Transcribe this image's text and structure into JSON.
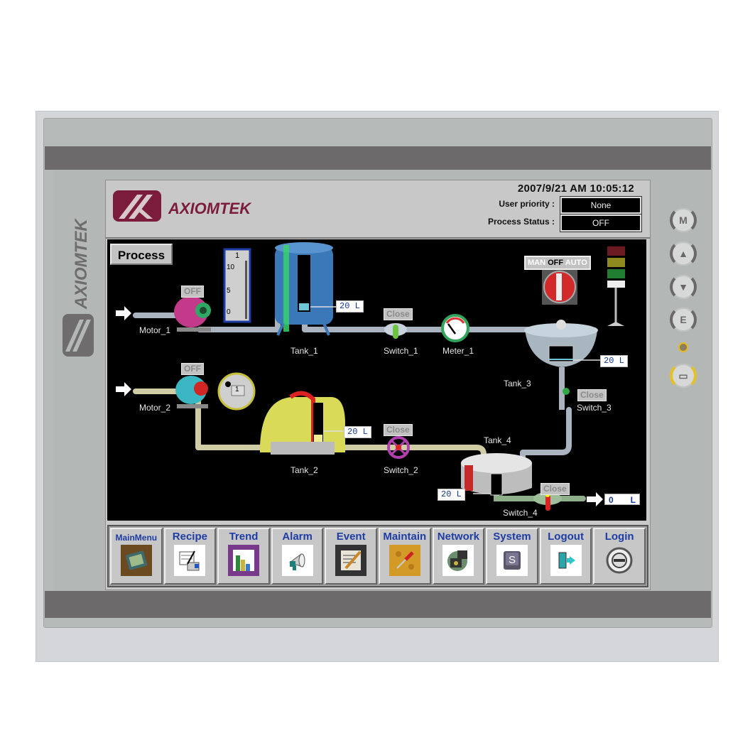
{
  "device": {
    "brand": "AXIOMTEK",
    "side_keys": [
      {
        "name": "menu-key",
        "glyph": "M"
      },
      {
        "name": "up-key",
        "glyph": "▲"
      },
      {
        "name": "down-key",
        "glyph": "▼"
      },
      {
        "name": "enter-key",
        "glyph": "E"
      },
      {
        "name": "power-led",
        "glyph": ""
      },
      {
        "name": "display-key",
        "glyph": "▭"
      }
    ]
  },
  "header": {
    "brand": "AXIOMTEK",
    "datetime": "2007/9/21 AM 10:05:12",
    "user_priority_label": "User priority :",
    "user_priority_value": "None",
    "process_status_label": "Process Status :",
    "process_status_value": "OFF"
  },
  "process": {
    "title": "Process",
    "motor_1": {
      "label": "Motor_1",
      "state": "OFF"
    },
    "motor_2": {
      "label": "Motor_2",
      "state": "OFF"
    },
    "gauge": {
      "value": "1",
      "ticks": [
        "10",
        "5",
        "0"
      ]
    },
    "dial_2": {
      "value": "1"
    },
    "tank_1": {
      "label": "Tank_1",
      "level": "20 L"
    },
    "tank_2": {
      "label": "Tank_2",
      "level": "20 L"
    },
    "tank_3": {
      "label": "Tank_3",
      "level": "20 L"
    },
    "tank_4": {
      "label": "Tank_4",
      "level": "20 L"
    },
    "switch_1": {
      "label": "Switch_1",
      "action": "Close"
    },
    "switch_2": {
      "label": "Switch_2",
      "action": "Close"
    },
    "switch_3": {
      "label": "Switch_3",
      "action": "Close"
    },
    "switch_4": {
      "label": "Switch_4",
      "action": "Close"
    },
    "meter_1": {
      "label": "Meter_1"
    },
    "mode_selector": {
      "man": "MAN",
      "off": "OFF",
      "auto": "AUTO"
    },
    "output": {
      "value": "0",
      "unit": "L"
    }
  },
  "nav": {
    "items": [
      {
        "label": "MainMenu",
        "icon": "tablet-icon"
      },
      {
        "label": "Recipe",
        "icon": "recipe-icon"
      },
      {
        "label": "Trend",
        "icon": "bar-chart-icon"
      },
      {
        "label": "Alarm",
        "icon": "megaphone-icon"
      },
      {
        "label": "Event",
        "icon": "notepad-icon"
      },
      {
        "label": "Maintain",
        "icon": "screwdriver-icon"
      },
      {
        "label": "Network",
        "icon": "network-icon"
      },
      {
        "label": "System",
        "icon": "system-key-icon"
      },
      {
        "label": "Logout",
        "icon": "exit-door-icon"
      },
      {
        "label": "Login",
        "icon": "key-lock-icon"
      }
    ]
  },
  "colors": {
    "brand": "#7b1c3c",
    "nav_text": "#1d3da5",
    "value_text": "#16379a",
    "canvas_bg": "#000000"
  }
}
